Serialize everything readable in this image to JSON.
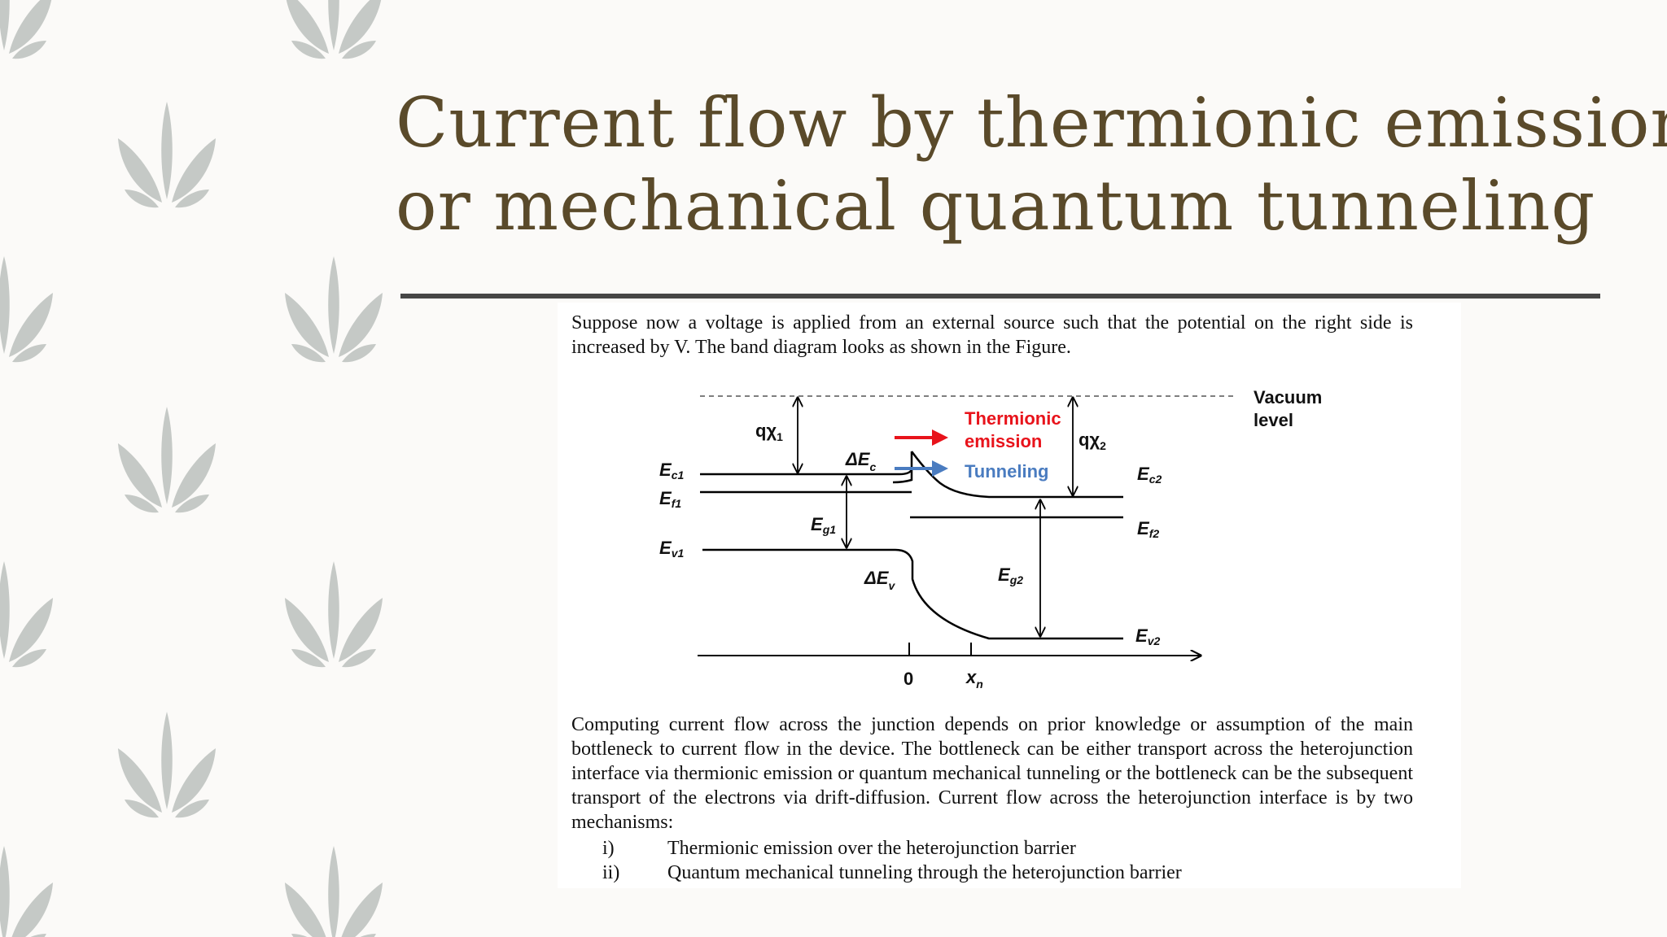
{
  "slide": {
    "title_line1": "Current flow by thermionic emission",
    "title_line2": "or mechanical quantum tunneling"
  },
  "figure": {
    "intro_text": "Suppose now a voltage is applied from an external source such that the potential on the right side is increased by V. The band diagram looks as shown in the Figure.",
    "body_text": "Computing current flow across the junction depends on prior knowledge or assumption of the main bottleneck to current flow in the device. The bottleneck can be either transport across the heterojunction interface via thermionic emission or quantum mechanical tunneling or the bottleneck can be the subsequent transport of the electrons via drift-diffusion. Current flow across the heterojunction interface is by two mechanisms:",
    "list": [
      {
        "marker": "i)",
        "text": "Thermionic emission over the heterojunction barrier"
      },
      {
        "marker": "ii)",
        "text": "Quantum mechanical tunneling through the heterojunction barrier"
      }
    ],
    "diagram": {
      "vacuum_label_1": "Vacuum",
      "vacuum_label_2": "level",
      "thermionic_1": "Thermionic",
      "thermionic_2": "emission",
      "tunneling": "Tunneling",
      "q_chi1": "qχ",
      "q_chi1_sub": "1",
      "q_chi2": "qχ",
      "q_chi2_sub": "2",
      "delta_ec": "ΔE",
      "delta_ec_sub": "c",
      "delta_ev": "ΔE",
      "delta_ev_sub": "v",
      "ec1": "E",
      "ec1_sub": "c1",
      "ef1": "E",
      "ef1_sub": "f1",
      "ev1": "E",
      "ev1_sub": "v1",
      "eg1": "E",
      "eg1_sub": "g1",
      "eg2": "E",
      "eg2_sub": "g2",
      "ec2": "E",
      "ec2_sub": "c2",
      "ef2": "E",
      "ef2_sub": "f2",
      "ev2": "E",
      "ev2_sub": "v2",
      "origin": "0",
      "xn": "x",
      "xn_sub": "n",
      "colors": {
        "thermionic": "#e8131b",
        "tunneling": "#4a7cc0"
      }
    }
  }
}
